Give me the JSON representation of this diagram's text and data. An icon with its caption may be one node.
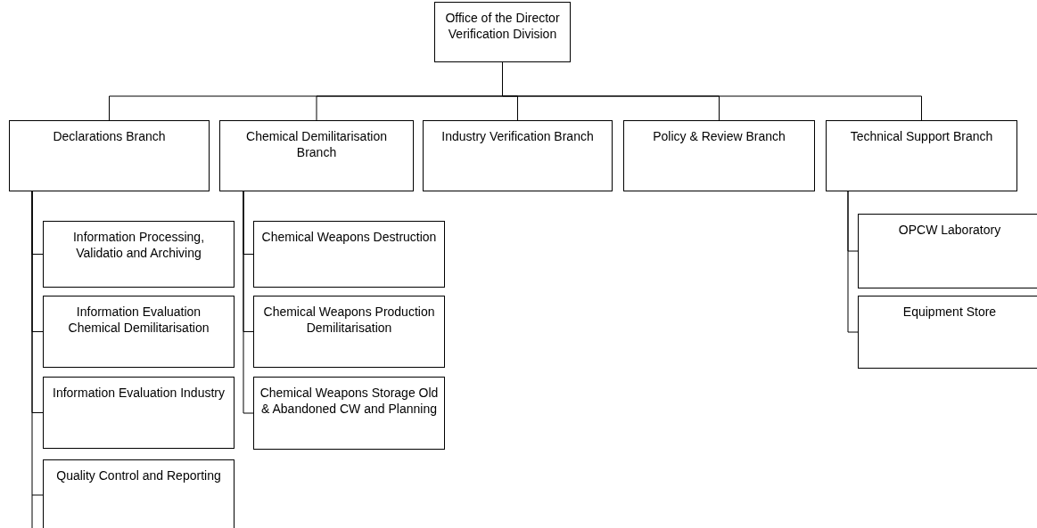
{
  "diagram": {
    "nodes": [
      {
        "text": [
          "Office of the Director Verification Division"
        ]
      },
      {
        "text": [
          "Declarations Branch"
        ]
      },
      {
        "text": [
          "Chemical Demilitarisation Branch"
        ]
      },
      {
        "text": [
          "Industry Verification Branch"
        ]
      },
      {
        "text": [
          "Policy & Review Branch"
        ]
      },
      {
        "text": [
          "Technical Support Branch"
        ]
      },
      {
        "text": [
          "Information Processing, Validatio and Archiving"
        ]
      },
      {
        "text": [
          "Information Evaluation Chemical Demilitarisation"
        ]
      },
      {
        "text": [
          "Information Evaluation Industry"
        ]
      },
      {
        "text": [
          "Quality Control and Reporting"
        ]
      },
      {
        "text": [
          "Chemical Weapons Destruction"
        ]
      },
      {
        "text": [
          "Chemical Weapons Production Demilitarisation"
        ]
      },
      {
        "text": [
          "Chemical Weapons Storage Old & Abandoned CW and Planning"
        ]
      },
      {
        "text": [
          "OPCW Laboratory"
        ]
      },
      {
        "text": [
          "Equipment Store"
        ]
      }
    ],
    "edges": [
      {
        "from": 0,
        "to": 1,
        "arrow": "none"
      },
      {
        "from": 0,
        "to": 2,
        "arrow": "none"
      },
      {
        "from": 0,
        "to": 3,
        "arrow": "none"
      },
      {
        "from": 0,
        "to": 4,
        "arrow": "none"
      },
      {
        "from": 0,
        "to": 5,
        "arrow": "none"
      },
      {
        "from": 1,
        "to": 6,
        "arrow": "none"
      },
      {
        "from": 1,
        "to": 7,
        "arrow": "none"
      },
      {
        "from": 1,
        "to": 8,
        "arrow": "none"
      },
      {
        "from": 1,
        "to": 9,
        "arrow": "none"
      },
      {
        "from": 2,
        "to": 10,
        "arrow": "none"
      },
      {
        "from": 2,
        "to": 11,
        "arrow": "none"
      },
      {
        "from": 2,
        "to": 12,
        "arrow": "none"
      },
      {
        "from": 5,
        "to": 13,
        "arrow": "none"
      },
      {
        "from": 5,
        "to": 14,
        "arrow": "none"
      }
    ]
  }
}
